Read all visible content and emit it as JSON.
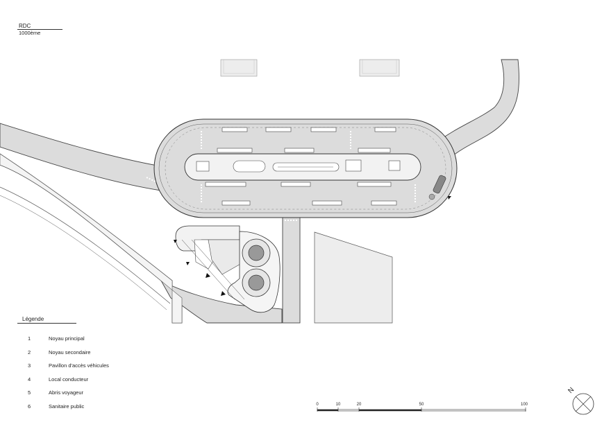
{
  "header": {
    "title": "RDC",
    "scale_note": "1000ème"
  },
  "legend": {
    "title": "Légende",
    "items": [
      {
        "num": "1",
        "label": "Noyau principal"
      },
      {
        "num": "2",
        "label": "Noyau secondaire"
      },
      {
        "num": "3",
        "label": "Pavillon d'accès véhicules"
      },
      {
        "num": "4",
        "label": "Local conducteur"
      },
      {
        "num": "5",
        "label": "Abris voyageur"
      },
      {
        "num": "6",
        "label": "Sanitaire public"
      }
    ]
  },
  "scale_bar": {
    "ticks": [
      "0",
      "10",
      "20",
      "50",
      "100"
    ]
  },
  "north": {
    "label": "N"
  },
  "colors": {
    "road": "#dcdcdc",
    "line": "#333333",
    "building": "#ededed"
  }
}
